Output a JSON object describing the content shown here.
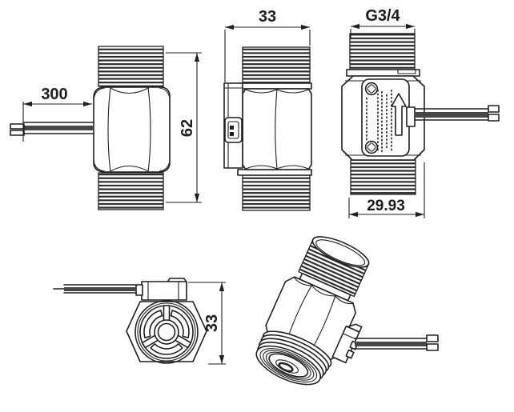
{
  "drawing": {
    "background": "#ffffff",
    "line_color": "#1f1f1f",
    "cable_stripe_color": "#474747",
    "icons": {
      "flow_direction_arrow": "up",
      "screw": "phillips-head",
      "connector_clip": "latch"
    },
    "views": {
      "side": {
        "dim_cable_length": "300",
        "dim_height": "62"
      },
      "profile": {
        "dim_depth": "33"
      },
      "front": {
        "dim_thread": "G3/4",
        "dim_width": "29.93"
      },
      "end": {
        "dim_across_flats": "33"
      }
    }
  }
}
